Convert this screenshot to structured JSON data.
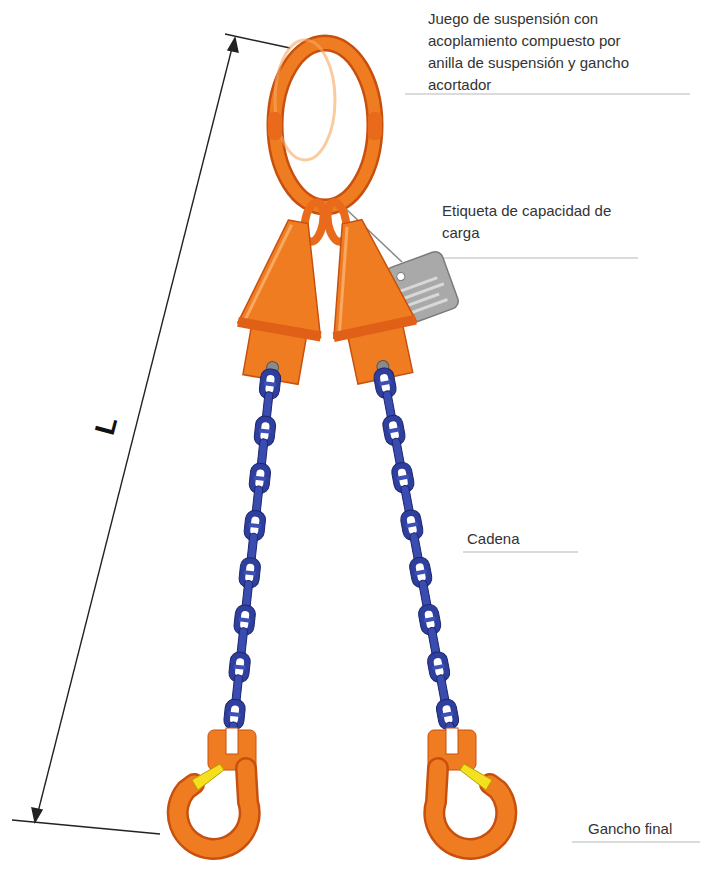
{
  "diagram": {
    "labels": [
      "Juego de suspensión con acoplamiento compuesto por anilla de suspensión y gancho acortador",
      "Etiqueta de capacidad de carga",
      "Cadena",
      "Gancho final",
      "L"
    ]
  }
}
